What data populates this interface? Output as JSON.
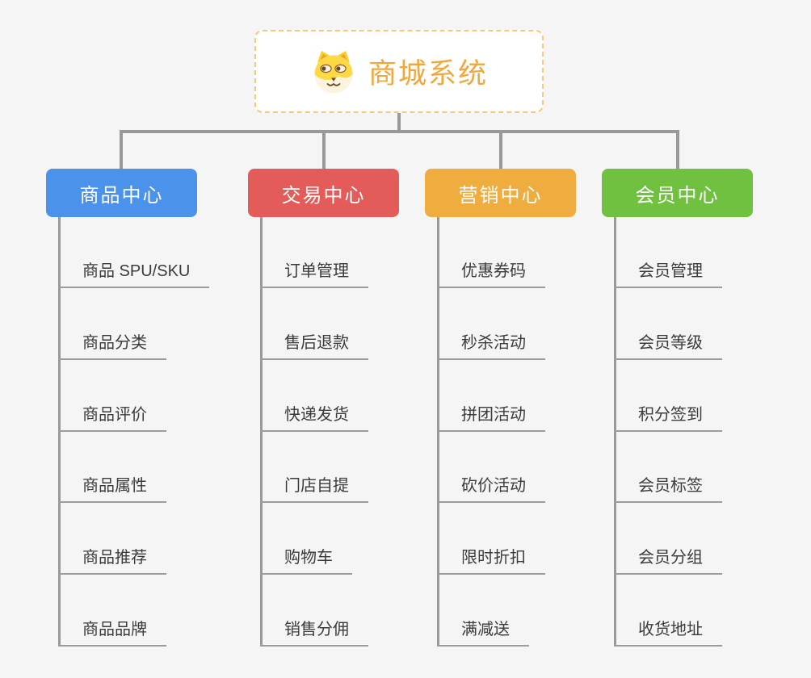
{
  "root": {
    "title": "商城系统",
    "icon": "shiba-dog-icon",
    "title_color": "#f0a83c",
    "border_color": "#f4c97c"
  },
  "connectors": {
    "color": "#999999"
  },
  "branches": [
    {
      "label": "商品中心",
      "color": "#4b92ea",
      "items": [
        "商品 SPU/SKU",
        "商品分类",
        "商品评价",
        "商品属性",
        "商品推荐",
        "商品品牌"
      ]
    },
    {
      "label": "交易中心",
      "color": "#e35c59",
      "items": [
        "订单管理",
        "售后退款",
        "快递发货",
        "门店自提",
        "购物车",
        "销售分佣"
      ]
    },
    {
      "label": "营销中心",
      "color": "#efad3f",
      "items": [
        "优惠券码",
        "秒杀活动",
        "拼团活动",
        "砍价活动",
        "限时折扣",
        "满减送"
      ]
    },
    {
      "label": "会员中心",
      "color": "#6fc13f",
      "items": [
        "会员管理",
        "会员等级",
        "积分签到",
        "会员标签",
        "会员分组",
        "收货地址"
      ]
    }
  ]
}
